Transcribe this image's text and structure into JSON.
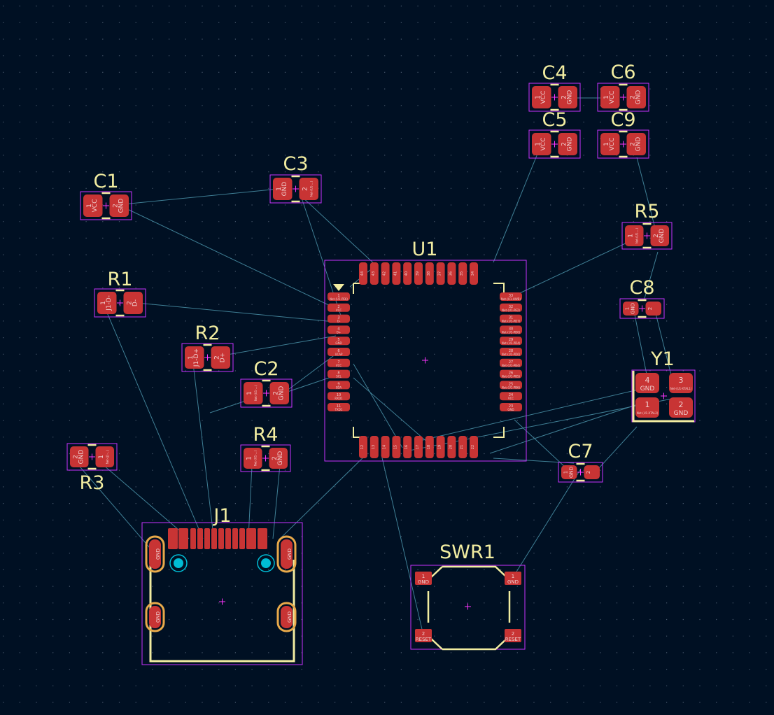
{
  "app": {
    "title": "PCB Editor"
  },
  "colors": {
    "background": "#001023",
    "grid": "#4a5a6e",
    "silkscreen": "#f2eda1",
    "courtyard": "#c832ff",
    "pad": "#c83434",
    "pad_text": "#f0d0d0",
    "ratsnest": "#3f7f95",
    "hole": "#00bcd4",
    "anchor": "#ff34ff"
  },
  "components": {
    "C1": {
      "ref": "C1",
      "pin1": "VCC",
      "pin2": "GND",
      "num1": "1",
      "num2": "2"
    },
    "C2": {
      "ref": "C2",
      "pin1": "Net-(U1-...)",
      "pin2": "GND",
      "num1": "1",
      "num2": "2"
    },
    "C3": {
      "ref": "C3",
      "pin1": "GND",
      "pin2": "Net-(U1-...)",
      "num1": "1",
      "num2": "2"
    },
    "C4": {
      "ref": "C4",
      "pin1": "VCC",
      "pin2": "GND",
      "num1": "1",
      "num2": "2"
    },
    "C5": {
      "ref": "C5",
      "pin1": "VCC",
      "pin2": "GND",
      "num1": "1",
      "num2": "2"
    },
    "C6": {
      "ref": "C6",
      "pin1": "VCC",
      "pin2": "GND",
      "num1": "1",
      "num2": "2"
    },
    "C7": {
      "ref": "C7",
      "pin1": "GND",
      "pin2": "",
      "num1": "1",
      "num2": "2"
    },
    "C8": {
      "ref": "C8",
      "pin1": "GND",
      "pin2": "",
      "num1": "1",
      "num2": "2"
    },
    "C9": {
      "ref": "C9",
      "pin1": "VCC",
      "pin2": "GND",
      "num1": "1",
      "num2": "2"
    },
    "R1": {
      "ref": "R1",
      "pin1": "J1-D-",
      "pin2": "D-",
      "num1": "1",
      "num2": "2"
    },
    "R2": {
      "ref": "R2",
      "pin1": "J1-D+",
      "pin2": "D+",
      "num1": "1",
      "num2": "2"
    },
    "R3": {
      "ref": "R3",
      "pin1": "GND",
      "pin2": "Net-(J1-...)",
      "num1": "2",
      "num2": "1"
    },
    "R4": {
      "ref": "R4",
      "pin1": "Net-(U1-...)",
      "pin2": "GND",
      "num1": "1",
      "num2": "2"
    },
    "R5": {
      "ref": "R5",
      "pin1": "Net-(U1-...)",
      "pin2": "GND",
      "num1": "1",
      "num2": "2"
    },
    "U1": {
      "ref": "U1"
    },
    "J1": {
      "ref": "J1",
      "shield": "GND"
    },
    "Y1": {
      "ref": "Y1",
      "pads": [
        {
          "num": "4",
          "net": "GND"
        },
        {
          "num": "3",
          "net": "Net-(U1-XTAL1)"
        },
        {
          "num": "1",
          "net": "Net-(U1-XTAL2)"
        },
        {
          "num": "2",
          "net": "GND"
        }
      ]
    },
    "SWR1": {
      "ref": "SWR1",
      "pads": [
        {
          "num": "1",
          "net": "GND"
        },
        {
          "num": "1",
          "net": "GND"
        },
        {
          "num": "2",
          "net": "RESET"
        },
        {
          "num": "2",
          "net": "RESET"
        }
      ]
    }
  },
  "u1_left_pins": [
    "1",
    "2",
    "3",
    "4",
    "5",
    "6",
    "7",
    "8",
    "9",
    "10",
    "11"
  ],
  "u1_left_nets": [
    "Net-(U1-PE6)",
    "VCC",
    "D-",
    "D+",
    "GND",
    "UCAP",
    "VCC",
    "SCL",
    "SDA",
    "RXD1",
    "TXD1"
  ],
  "u1_right_pins": [
    "33",
    "32",
    "31",
    "30",
    "29",
    "28",
    "27",
    "26",
    "25",
    "24",
    "23"
  ],
  "u1_right_nets": [
    "Net-(U1-HWB)",
    "Net-(U1-PE2)",
    "Net-(U1-PD7)",
    "Net-(U1-PD6)",
    "Net-(U1-PD4)",
    "Net-(U1-PD6)",
    "Net-(U1-PB4)",
    "Net-(U1-PB5)",
    "Net-(U1-PB6)",
    "VCC",
    "GND"
  ],
  "u1_top_pins": [
    "44",
    "43",
    "42",
    "41",
    "40",
    "39",
    "38",
    "37",
    "36",
    "35",
    "34"
  ],
  "u1_bottom_pins": [
    "12",
    "13",
    "14",
    "15",
    "16",
    "17",
    "18",
    "19",
    "20",
    "21",
    "22"
  ]
}
